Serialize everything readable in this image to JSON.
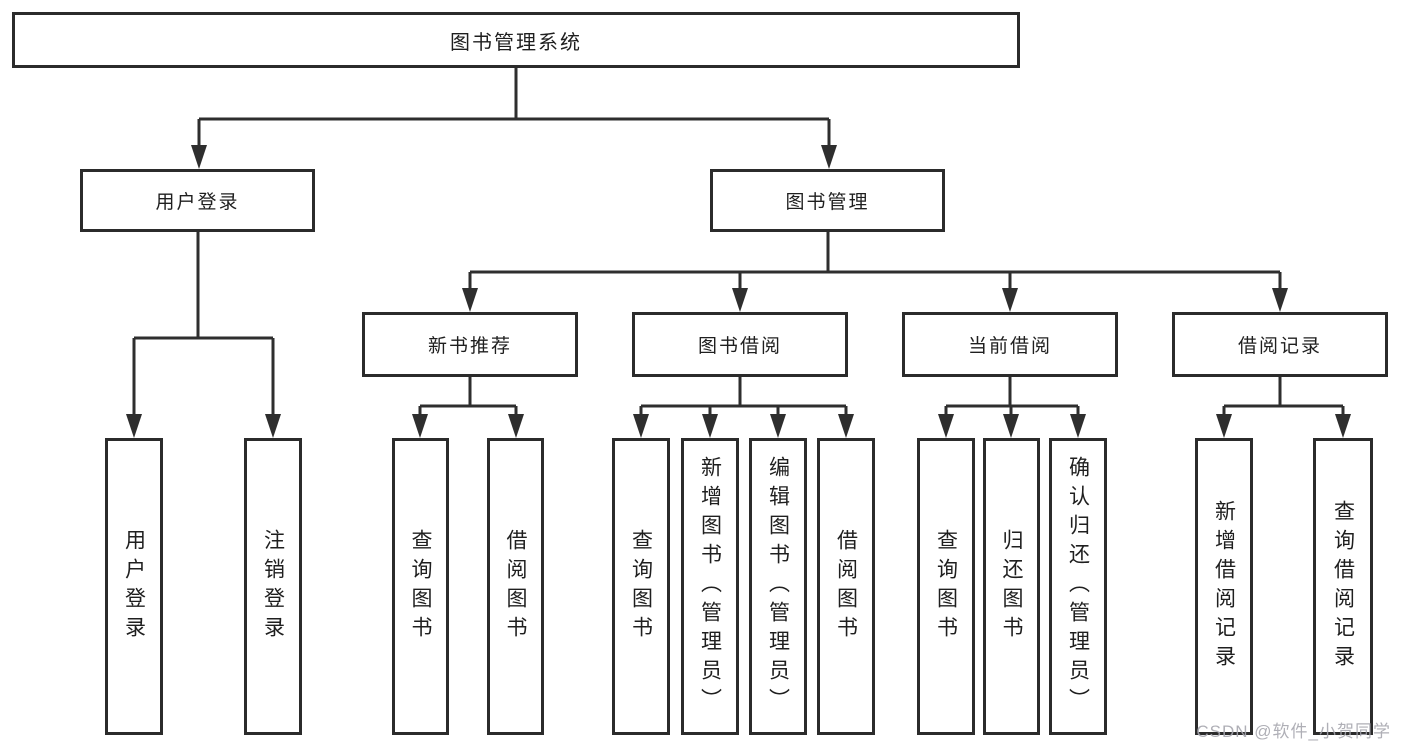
{
  "diagram": {
    "type": "tree",
    "root": {
      "label": "图书管理系统"
    },
    "level2": [
      {
        "label": "用户登录",
        "parent": "图书管理系统"
      },
      {
        "label": "图书管理",
        "parent": "图书管理系统"
      }
    ],
    "level3": [
      {
        "label": "新书推荐",
        "parent": "图书管理"
      },
      {
        "label": "图书借阅",
        "parent": "图书管理"
      },
      {
        "label": "当前借阅",
        "parent": "图书管理"
      },
      {
        "label": "借阅记录",
        "parent": "图书管理"
      }
    ],
    "leaves": [
      {
        "label": "用户登录",
        "parent": "用户登录"
      },
      {
        "label": "注销登录",
        "parent": "用户登录"
      },
      {
        "label": "查询图书",
        "parent": "新书推荐"
      },
      {
        "label": "借阅图书",
        "parent": "新书推荐"
      },
      {
        "label": "查询图书",
        "parent": "图书借阅"
      },
      {
        "label": "新增图书（管理员）",
        "parent": "图书借阅"
      },
      {
        "label": "编辑图书（管理员）",
        "parent": "图书借阅"
      },
      {
        "label": "借阅图书",
        "parent": "图书借阅"
      },
      {
        "label": "查询图书",
        "parent": "当前借阅"
      },
      {
        "label": "归还图书",
        "parent": "当前借阅"
      },
      {
        "label": "确认归还（管理员）",
        "parent": "当前借阅"
      },
      {
        "label": "新增借阅记录",
        "parent": "借阅记录"
      },
      {
        "label": "查询借阅记录",
        "parent": "借阅记录"
      }
    ],
    "watermark": "CSDN @软件_小贺同学",
    "colors": {
      "line": "#2e2e2e",
      "border": "#2b2b2b",
      "text": "#1f1f1f",
      "background": "#ffffff",
      "watermark": "#a7a7af"
    }
  }
}
